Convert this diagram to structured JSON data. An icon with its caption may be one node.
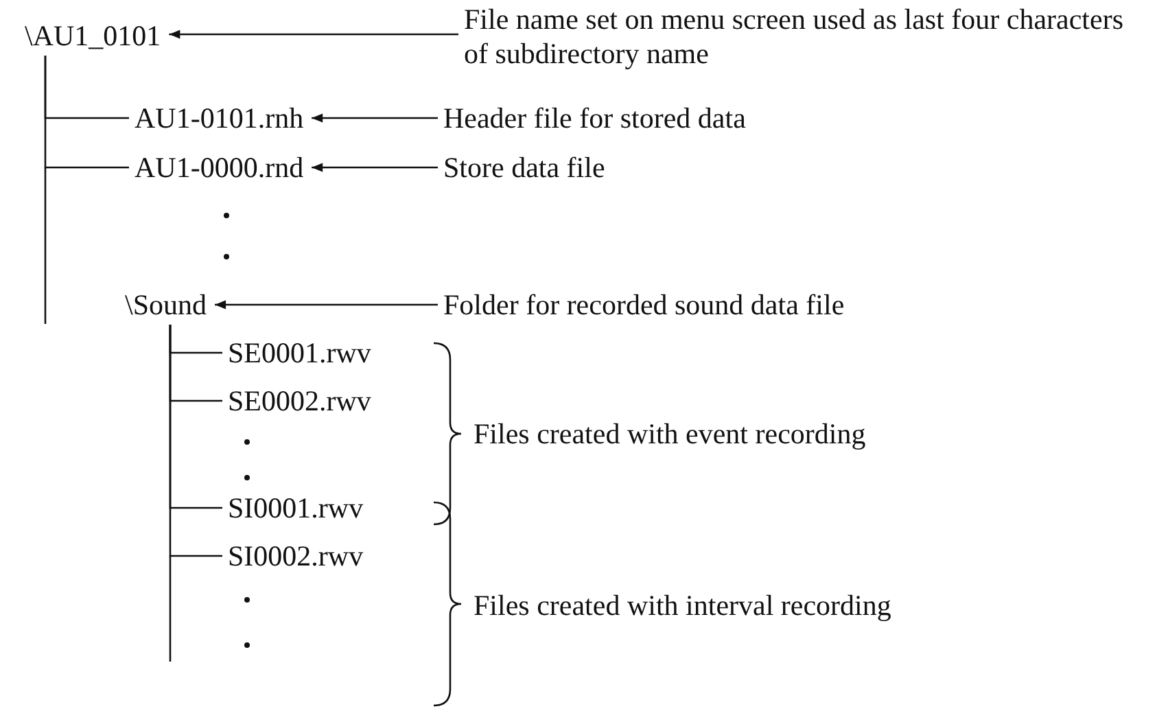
{
  "diagram": {
    "nodes": [
      {
        "text": [
          "\\AU1_0101"
        ]
      },
      {
        "text": [
          "File name set on menu screen used as last four characters of subdirectory name"
        ]
      },
      {
        "text": [
          "AU1-0101.rnh"
        ]
      },
      {
        "text": [
          "Header file for stored data"
        ]
      },
      {
        "text": [
          "AU1-0000.rnd"
        ]
      },
      {
        "text": [
          "Store data file"
        ]
      },
      {
        "text": [
          "\\Sound"
        ]
      },
      {
        "text": [
          "Folder for recorded sound data file"
        ]
      },
      {
        "text": [
          "SE0001.rwv"
        ]
      },
      {
        "text": [
          "SE0002.rwv"
        ]
      },
      {
        "text": [
          "SI0001.rwv"
        ]
      },
      {
        "text": [
          "SI0002.rwv"
        ]
      }
    ],
    "edges": [
      {
        "from": 1,
        "to": 0,
        "arrow": "to"
      },
      {
        "from": 0,
        "to": 2,
        "arrow": "none"
      },
      {
        "from": 3,
        "to": 2,
        "arrow": "to"
      },
      {
        "from": 0,
        "to": 4,
        "arrow": "none"
      },
      {
        "from": 5,
        "to": 4,
        "arrow": "to"
      },
      {
        "from": 7,
        "to": 6,
        "arrow": "to"
      },
      {
        "from": 6,
        "to": 8,
        "arrow": "none"
      },
      {
        "from": 6,
        "to": 9,
        "arrow": "none"
      },
      {
        "from": 6,
        "to": 10,
        "arrow": "none"
      },
      {
        "from": 6,
        "to": 11,
        "arrow": "none"
      }
    ],
    "labels": [
      "Files created with event recording",
      "Files created with interval recording"
    ]
  }
}
